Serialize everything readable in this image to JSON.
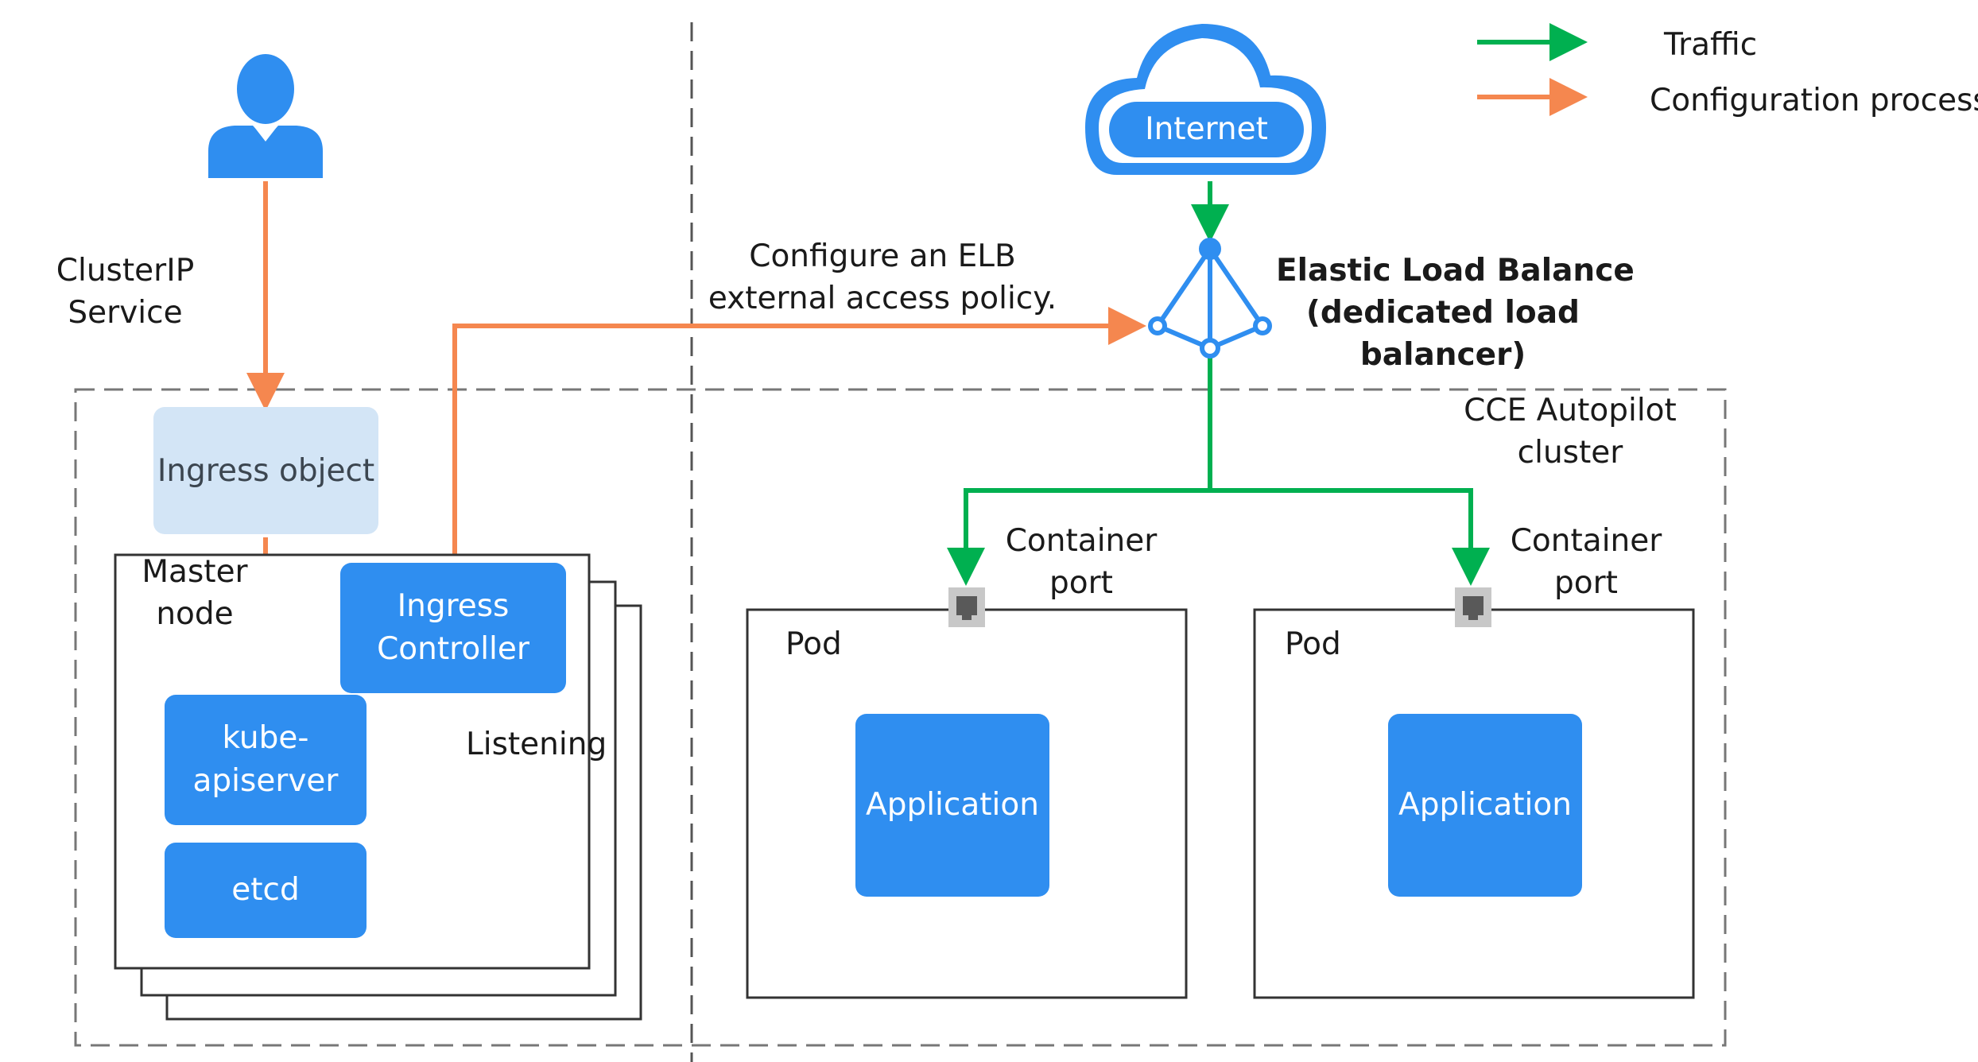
{
  "legend": {
    "traffic": "Traffic",
    "config": "Configuration process"
  },
  "labels": {
    "clusterip_line1": "ClusterIP",
    "clusterip_line2": "Service",
    "internet": "Internet",
    "configure_line1": "Configure an ELB",
    "configure_line2": "external access policy.",
    "elb_line1": "Elastic Load Balance",
    "elb_line2": "(dedicated load",
    "elb_line3": "balancer)",
    "cce_line1": "CCE Autopilot",
    "cce_line2": "cluster",
    "ingress_object": "Ingress object",
    "master_line1": "Master",
    "master_line2": "node",
    "ingress_controller": "Ingress\nController",
    "kube_apiserver": "kube-\napiserver",
    "etcd": "etcd",
    "listening": "Listening",
    "container_port_line1": "Container",
    "container_port_line2": "port",
    "pod": "Pod",
    "application": "Application"
  },
  "colors": {
    "traffic": "#00b050",
    "config": "#f5874f",
    "blue": "#2f8ef0",
    "light_blue": "#d3e5f6",
    "dashed": "#7f7f7f"
  },
  "icons": [
    "user-icon",
    "cloud-icon",
    "load-balancer-icon",
    "port-icon"
  ]
}
